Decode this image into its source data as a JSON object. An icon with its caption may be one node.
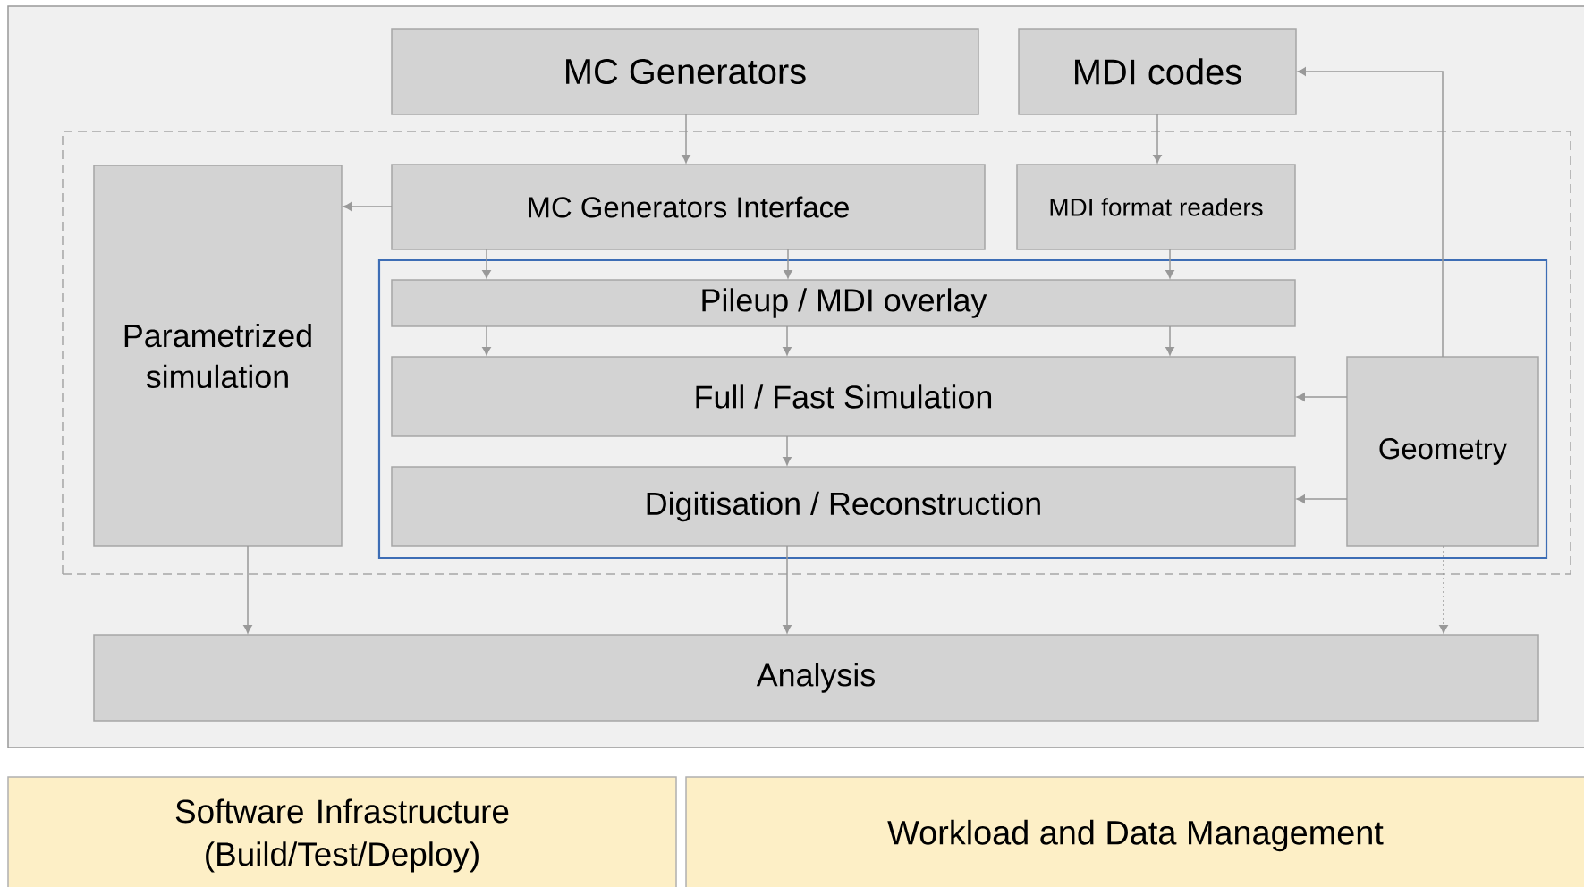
{
  "diagram": {
    "nodes": [
      {
        "text": [],
        "shape": "box"
      },
      {
        "text": [
          "MC Generators"
        ],
        "in": 0
      },
      {
        "text": [
          "MDI codes"
        ],
        "in": 0
      },
      {
        "text": [],
        "shape": "box",
        "in": 0
      },
      {
        "text": [
          "Parametrized simulation"
        ],
        "in": 3
      },
      {
        "text": [
          "MC Generators Interface"
        ],
        "in": 3
      },
      {
        "text": [
          "MDI format readers"
        ],
        "in": 3
      },
      {
        "text": [],
        "shape": "box",
        "in": 3
      },
      {
        "text": [
          "Pileup / MDI overlay"
        ],
        "in": 7
      },
      {
        "text": [
          "Full / Fast Simulation"
        ],
        "in": 7
      },
      {
        "text": [
          "Digitisation / Reconstruction"
        ],
        "in": 7
      },
      {
        "text": [
          "Geometry"
        ],
        "in": 7
      },
      {
        "text": [
          "Analysis"
        ],
        "in": 0
      },
      {
        "text": [
          "Software Infrastructure (Build/Test/Deploy)"
        ]
      },
      {
        "text": [
          "Workload and Data Management"
        ]
      }
    ],
    "edges": [
      {
        "from": 1,
        "to": 5,
        "arrow": "to"
      },
      {
        "from": 2,
        "to": 6,
        "arrow": "to"
      },
      {
        "from": 5,
        "to": 4,
        "arrow": "to"
      },
      {
        "from": 5,
        "to": 8,
        "arrow": "to"
      },
      {
        "from": 5,
        "to": 8,
        "arrow": "to"
      },
      {
        "from": 6,
        "to": 8,
        "arrow": "to"
      },
      {
        "from": 8,
        "to": 9,
        "arrow": "to"
      },
      {
        "from": 8,
        "to": 9,
        "arrow": "to"
      },
      {
        "from": 8,
        "to": 9,
        "arrow": "to"
      },
      {
        "from": 9,
        "to": 10,
        "arrow": "to"
      },
      {
        "from": 11,
        "to": 9,
        "arrow": "to"
      },
      {
        "from": 11,
        "to": 10,
        "arrow": "to"
      },
      {
        "from": 11,
        "to": 2,
        "arrow": "to"
      },
      {
        "from": 4,
        "to": 12,
        "arrow": "to"
      },
      {
        "from": 10,
        "to": 12,
        "arrow": "to"
      },
      {
        "from": 11,
        "to": 12,
        "arrow": "to",
        "style": "dashed"
      }
    ]
  }
}
